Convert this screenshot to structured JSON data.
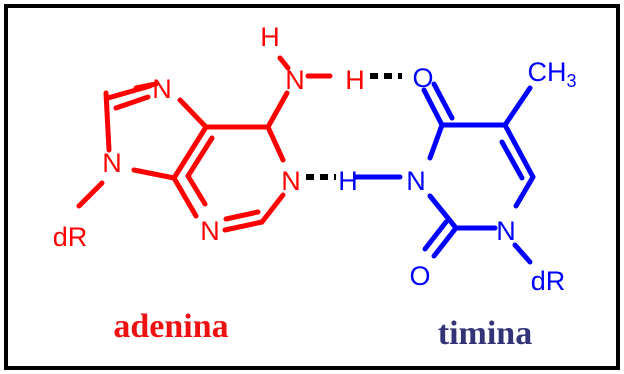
{
  "colors": {
    "adenine": "#ff0000",
    "thymine": "#0000ff",
    "adenine_name": "#ee1111",
    "thymine_name": "#333377",
    "frame": "#000000",
    "hbond": "#000000"
  },
  "adenine": {
    "n_top": "N",
    "n_left": "N",
    "n_bottom": "N",
    "n_right": "N",
    "amino_h_top": "H",
    "amino_n": "N",
    "amino_h_right": "H",
    "dr": "dR",
    "name": "adenina"
  },
  "thymine": {
    "o_top": "O",
    "n_mid": "N",
    "h_mid": "H",
    "n_right": "N",
    "o_bottom": "O",
    "methyl_c": "CH",
    "methyl_sub": "3",
    "dr": "dR",
    "name": "timina"
  }
}
